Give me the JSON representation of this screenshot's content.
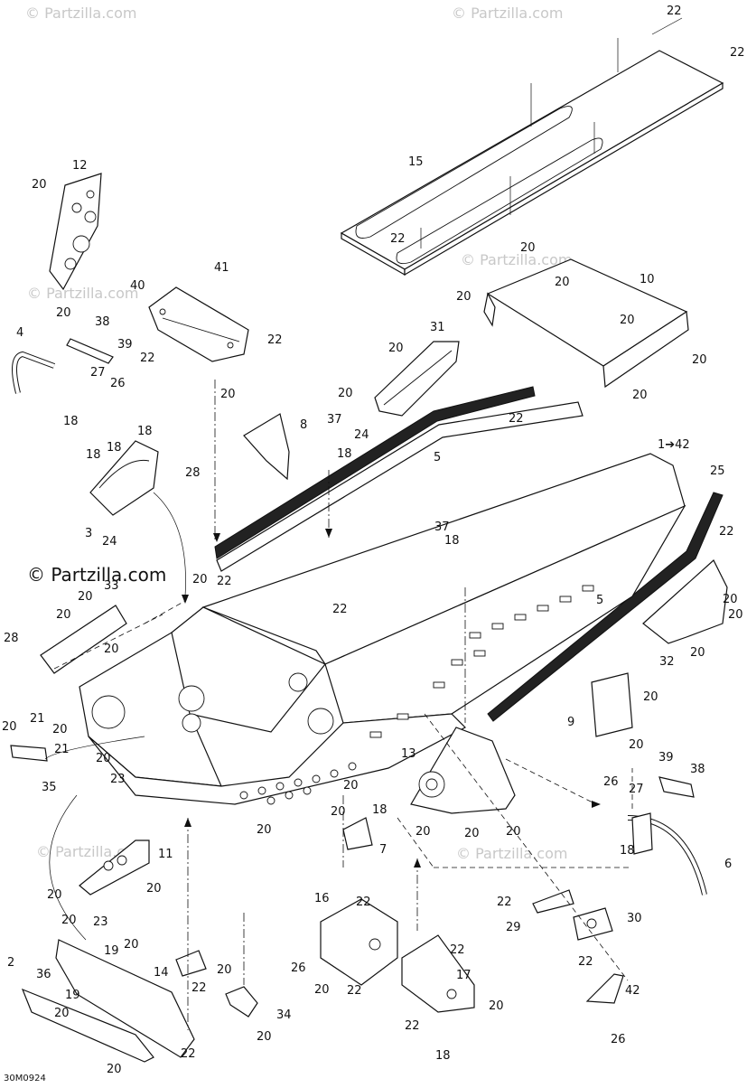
{
  "diagram": {
    "figure_code": "30M0924",
    "logo_text": "© Partzilla.com",
    "watermark_text": "© Partzilla.com",
    "range_label": "1➔42",
    "callouts": [
      {
        "id": "c1",
        "text": "22"
      },
      {
        "id": "c2",
        "text": "22"
      },
      {
        "id": "c3",
        "text": "15"
      },
      {
        "id": "c4",
        "text": "22"
      },
      {
        "id": "c5",
        "text": "12"
      },
      {
        "id": "c6",
        "text": "20"
      },
      {
        "id": "c7",
        "text": "20"
      },
      {
        "id": "c8",
        "text": "41"
      },
      {
        "id": "c9",
        "text": "40"
      },
      {
        "id": "c10",
        "text": "22"
      },
      {
        "id": "c11",
        "text": "22"
      },
      {
        "id": "c12",
        "text": "20"
      },
      {
        "id": "c13",
        "text": "20"
      },
      {
        "id": "c14",
        "text": "20"
      },
      {
        "id": "c15",
        "text": "10"
      },
      {
        "id": "c16",
        "text": "20"
      },
      {
        "id": "c17",
        "text": "20"
      },
      {
        "id": "c18",
        "text": "20"
      },
      {
        "id": "c19",
        "text": "4"
      },
      {
        "id": "c20",
        "text": "38"
      },
      {
        "id": "c21",
        "text": "39"
      },
      {
        "id": "c22",
        "text": "27"
      },
      {
        "id": "c23",
        "text": "26"
      },
      {
        "id": "c24",
        "text": "18"
      },
      {
        "id": "c25",
        "text": "31"
      },
      {
        "id": "c26",
        "text": "20"
      },
      {
        "id": "c27",
        "text": "20"
      },
      {
        "id": "c28",
        "text": "20"
      },
      {
        "id": "c29",
        "text": "8"
      },
      {
        "id": "c30",
        "text": "37"
      },
      {
        "id": "c31",
        "text": "18"
      },
      {
        "id": "c32",
        "text": "24"
      },
      {
        "id": "c33",
        "text": "22"
      },
      {
        "id": "c34",
        "text": "5"
      },
      {
        "id": "c35",
        "text": "18"
      },
      {
        "id": "c36",
        "text": "18"
      },
      {
        "id": "c37",
        "text": "18"
      },
      {
        "id": "c38",
        "text": "28"
      },
      {
        "id": "c39",
        "text": "3"
      },
      {
        "id": "c40",
        "text": "24"
      },
      {
        "id": "c41",
        "text": "25"
      },
      {
        "id": "c42",
        "text": "22"
      },
      {
        "id": "c43",
        "text": "37"
      },
      {
        "id": "c44",
        "text": "18"
      },
      {
        "id": "c45",
        "text": "20"
      },
      {
        "id": "c46",
        "text": "22"
      },
      {
        "id": "c47",
        "text": "33"
      },
      {
        "id": "c48",
        "text": "20"
      },
      {
        "id": "c49",
        "text": "20"
      },
      {
        "id": "c50",
        "text": "28"
      },
      {
        "id": "c51",
        "text": "20"
      },
      {
        "id": "c52",
        "text": "22"
      },
      {
        "id": "c53",
        "text": "5"
      },
      {
        "id": "c54",
        "text": "20"
      },
      {
        "id": "c55",
        "text": "20"
      },
      {
        "id": "c56",
        "text": "32"
      },
      {
        "id": "c57",
        "text": "20"
      },
      {
        "id": "c58",
        "text": "20"
      },
      {
        "id": "c59",
        "text": "9"
      },
      {
        "id": "c60",
        "text": "20"
      },
      {
        "id": "c61",
        "text": "21"
      },
      {
        "id": "c62",
        "text": "20"
      },
      {
        "id": "c63",
        "text": "20"
      },
      {
        "id": "c64",
        "text": "21"
      },
      {
        "id": "c65",
        "text": "20"
      },
      {
        "id": "c66",
        "text": "35"
      },
      {
        "id": "c67",
        "text": "23"
      },
      {
        "id": "c68",
        "text": "13"
      },
      {
        "id": "c69",
        "text": "39"
      },
      {
        "id": "c70",
        "text": "26"
      },
      {
        "id": "c71",
        "text": "38"
      },
      {
        "id": "c72",
        "text": "27"
      },
      {
        "id": "c73",
        "text": "20"
      },
      {
        "id": "c74",
        "text": "18"
      },
      {
        "id": "c75",
        "text": "6"
      },
      {
        "id": "c76",
        "text": "20"
      },
      {
        "id": "c77",
        "text": "18"
      },
      {
        "id": "c78",
        "text": "7"
      },
      {
        "id": "c79",
        "text": "20"
      },
      {
        "id": "c80",
        "text": "20"
      },
      {
        "id": "c81",
        "text": "20"
      },
      {
        "id": "c82",
        "text": "20"
      },
      {
        "id": "c83",
        "text": "11"
      },
      {
        "id": "c84",
        "text": "20"
      },
      {
        "id": "c85",
        "text": "20"
      },
      {
        "id": "c86",
        "text": "20"
      },
      {
        "id": "c87",
        "text": "23"
      },
      {
        "id": "c88",
        "text": "16"
      },
      {
        "id": "c89",
        "text": "22"
      },
      {
        "id": "c90",
        "text": "22"
      },
      {
        "id": "c91",
        "text": "29"
      },
      {
        "id": "c92",
        "text": "30"
      },
      {
        "id": "c93",
        "text": "22"
      },
      {
        "id": "c94",
        "text": "26"
      },
      {
        "id": "c95",
        "text": "22"
      },
      {
        "id": "c96",
        "text": "20"
      },
      {
        "id": "c97",
        "text": "22"
      },
      {
        "id": "c98",
        "text": "17"
      },
      {
        "id": "c99",
        "text": "42"
      },
      {
        "id": "c100",
        "text": "20"
      },
      {
        "id": "c101",
        "text": "22"
      },
      {
        "id": "c102",
        "text": "26"
      },
      {
        "id": "c103",
        "text": "18"
      },
      {
        "id": "c104",
        "text": "2"
      },
      {
        "id": "c105",
        "text": "19"
      },
      {
        "id": "c106",
        "text": "20"
      },
      {
        "id": "c107",
        "text": "36"
      },
      {
        "id": "c108",
        "text": "19"
      },
      {
        "id": "c109",
        "text": "20"
      },
      {
        "id": "c110",
        "text": "22"
      },
      {
        "id": "c111",
        "text": "14"
      },
      {
        "id": "c112",
        "text": "22"
      },
      {
        "id": "c113",
        "text": "20"
      },
      {
        "id": "c114",
        "text": "34"
      },
      {
        "id": "c115",
        "text": "20"
      },
      {
        "id": "c116",
        "text": "20"
      }
    ]
  }
}
